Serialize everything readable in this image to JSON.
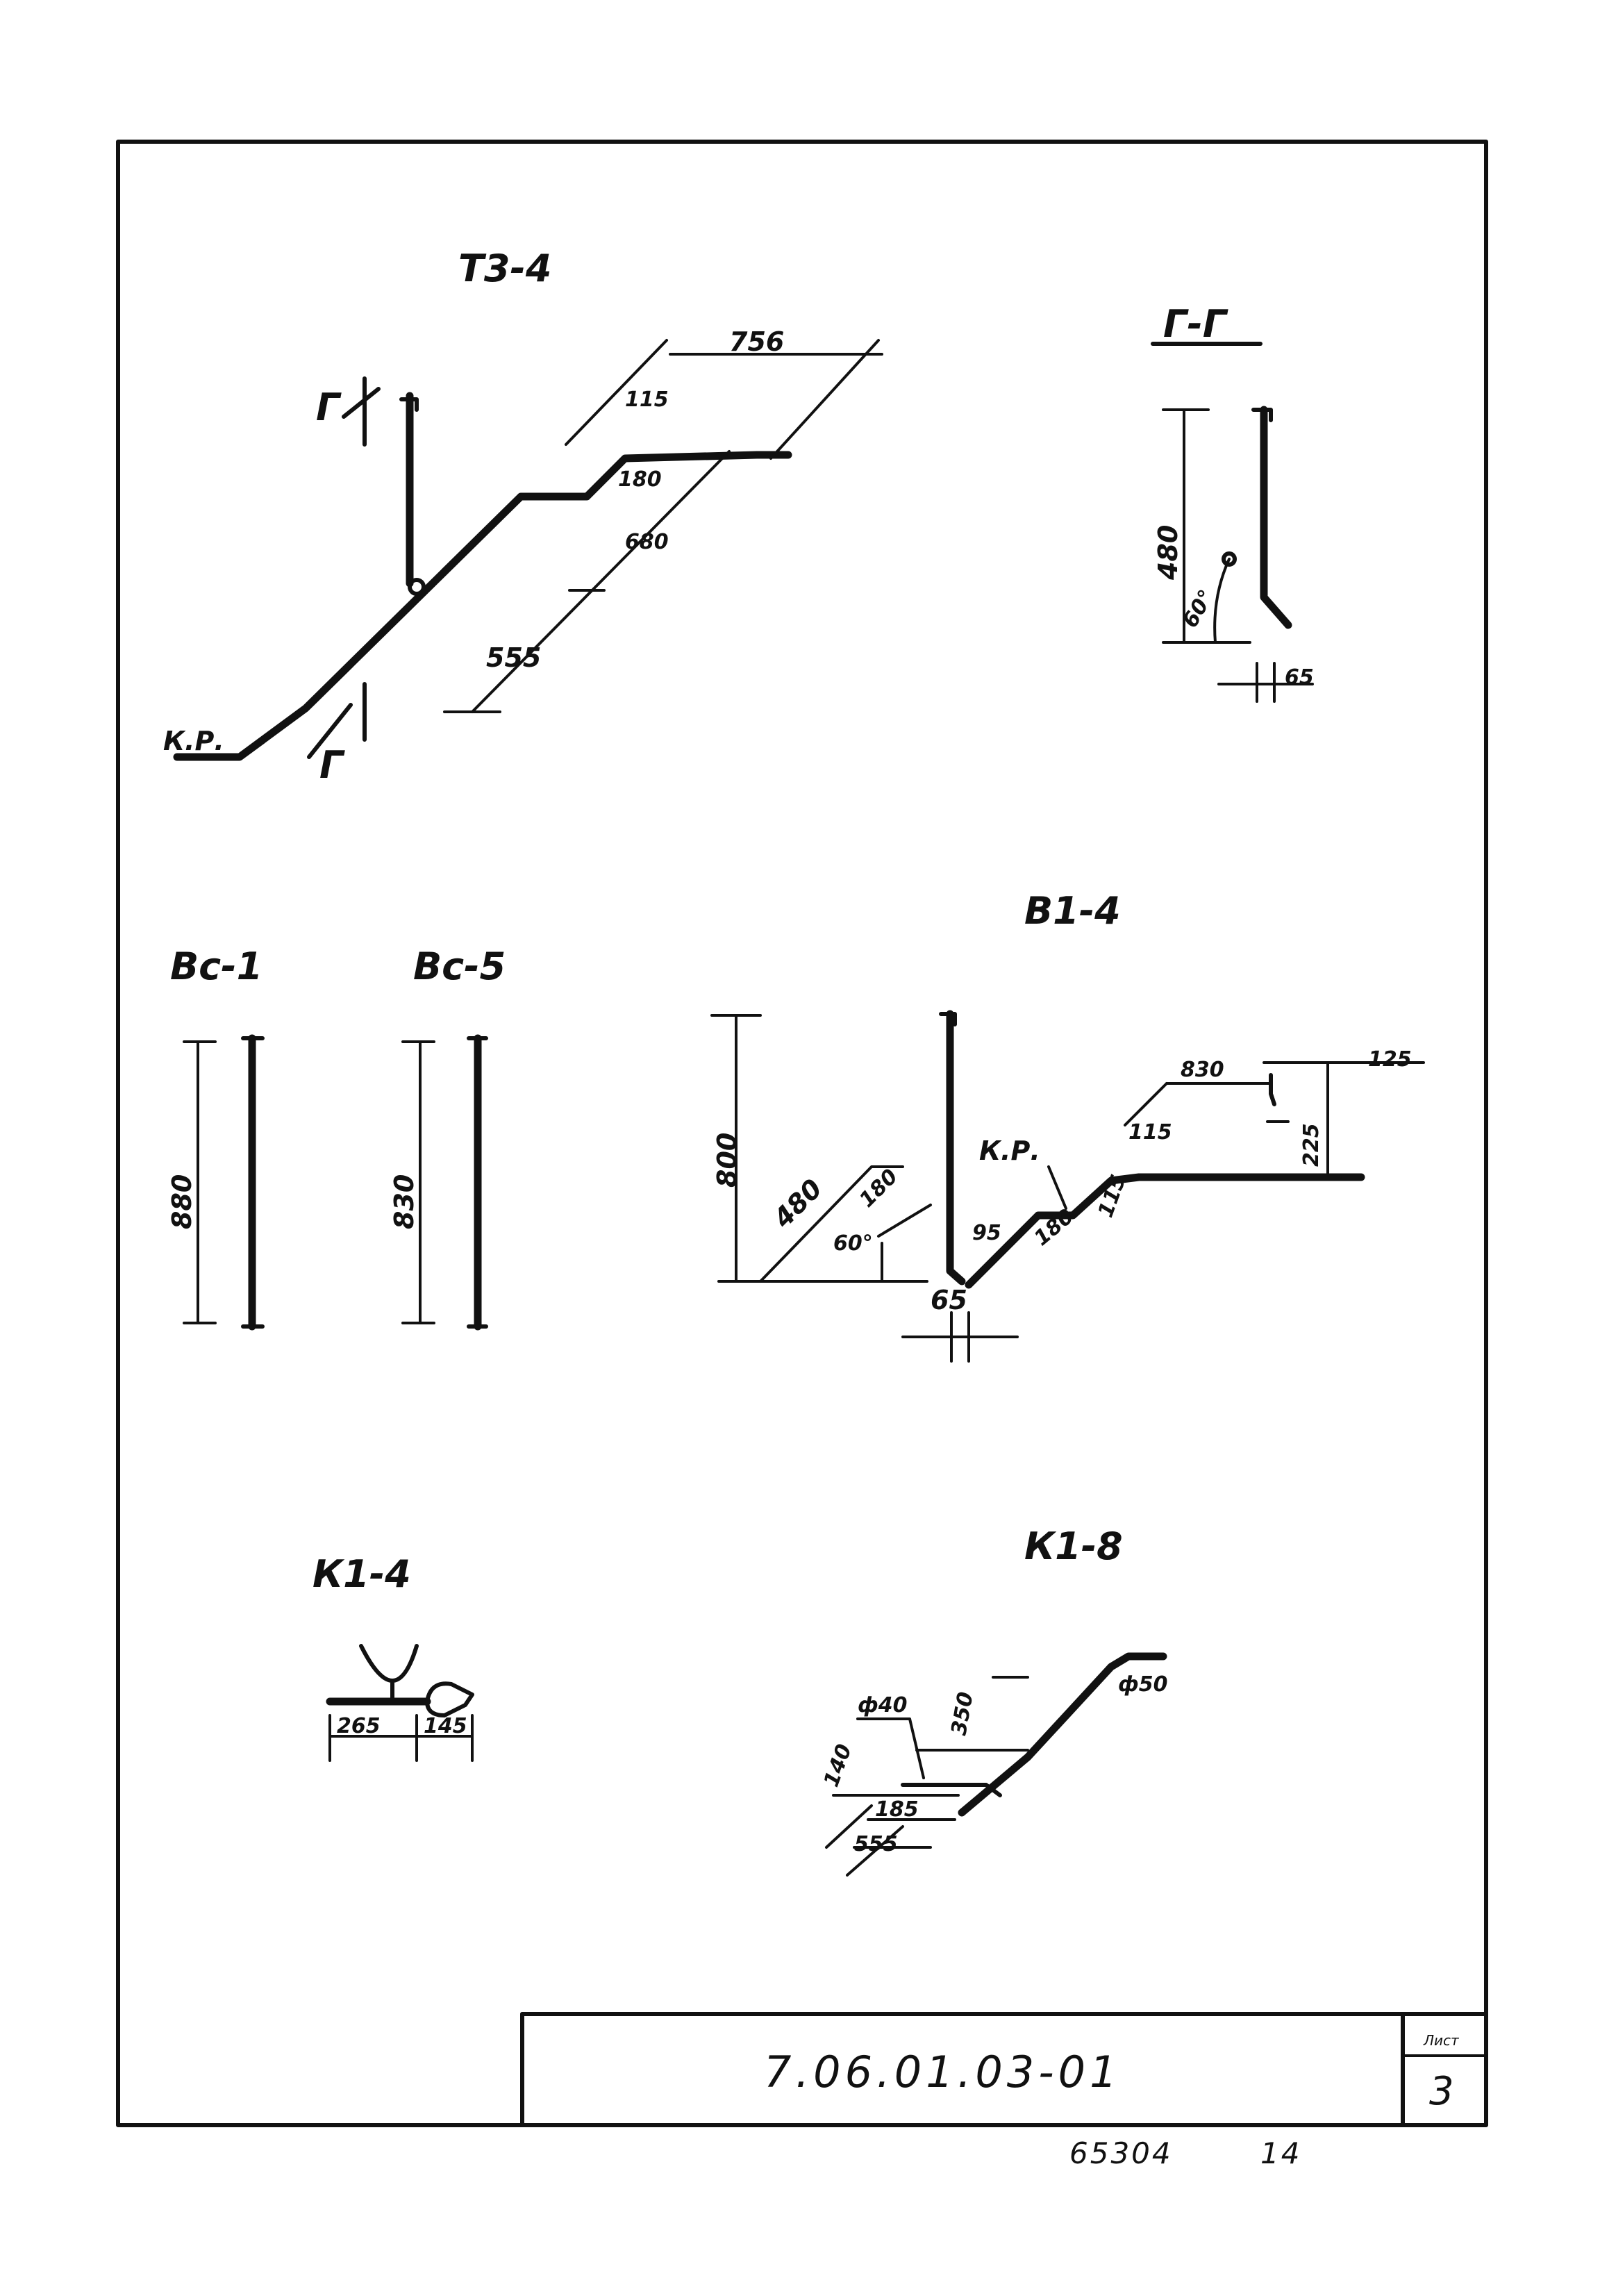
{
  "title_block": {
    "document_code": "7.06.01.03-01",
    "sheet_label": "Лист",
    "sheet_number": "3"
  },
  "footer": {
    "inventory": "65304",
    "page": "14"
  },
  "views": {
    "t3_4": {
      "title": "Т3-4",
      "section_mark": "Г",
      "riser_label": "К.Р.",
      "dims": [
        "756",
        "115",
        "180",
        "680",
        "555"
      ]
    },
    "section_g": {
      "title": "Г-Г",
      "dims": [
        "480",
        "60°",
        "65"
      ]
    },
    "ve_1": {
      "title": "Вс-1",
      "dims": [
        "880"
      ]
    },
    "ve_5": {
      "title": "Вс-5",
      "dims": [
        "830"
      ]
    },
    "v1_4": {
      "title": "В1-4",
      "riser_label": "К.Р.",
      "dims": [
        "800",
        "480",
        "180",
        "60°",
        "65",
        "95",
        "180",
        "830",
        "115",
        "115",
        "125",
        "225"
      ]
    },
    "k1_4": {
      "title": "К1-4",
      "dims": [
        "265",
        "145"
      ]
    },
    "k1_8": {
      "title": "К1-8",
      "dims": [
        "ф40",
        "350",
        "ф50",
        "140",
        "185",
        "555"
      ]
    }
  }
}
